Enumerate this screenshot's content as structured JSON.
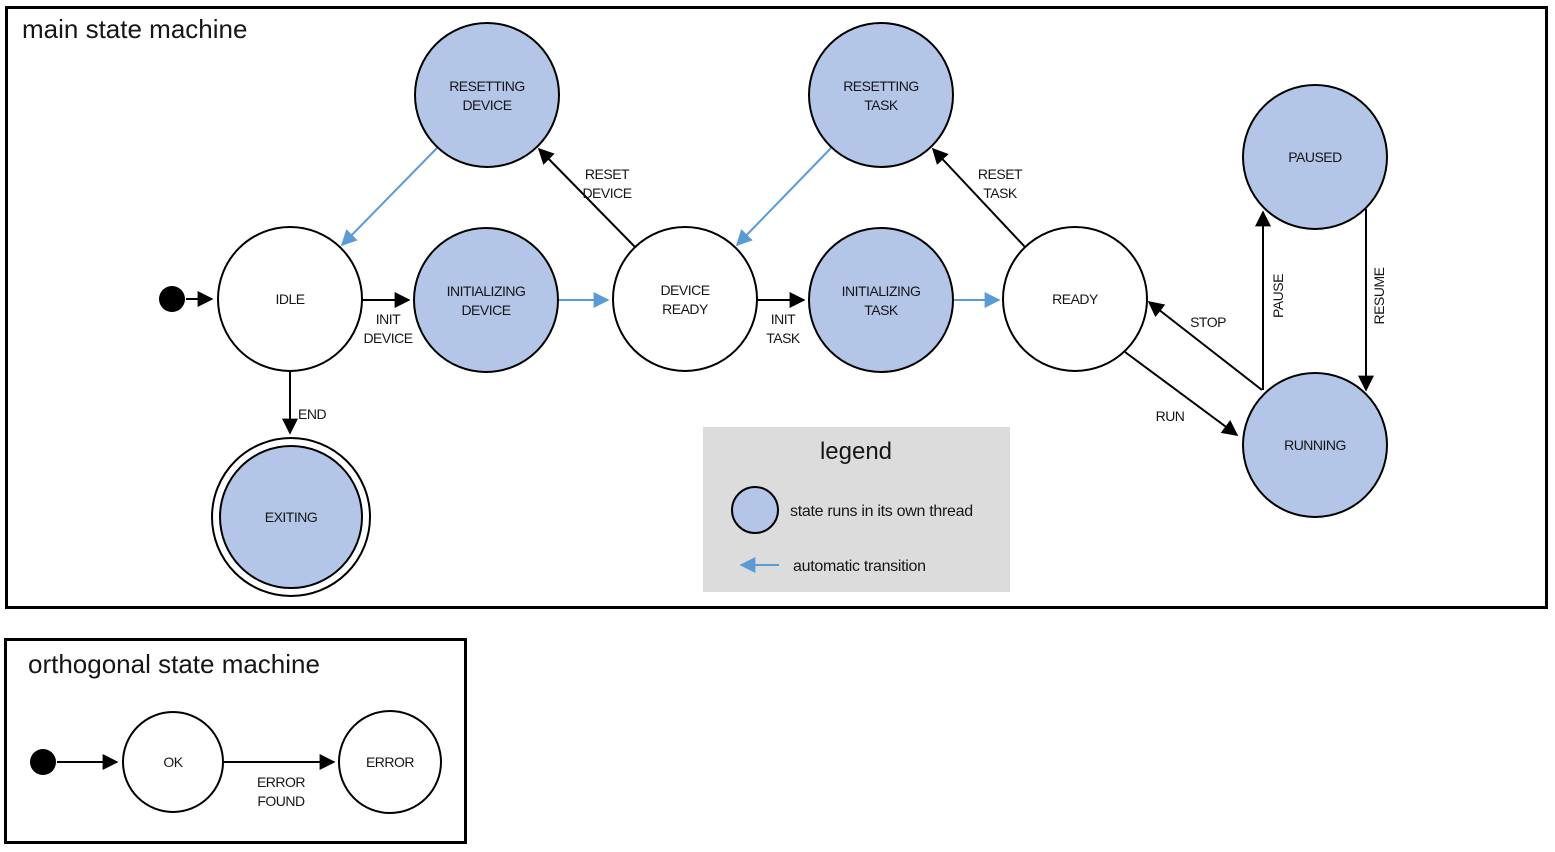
{
  "colors": {
    "outline": "#000000",
    "threaded_state_fill": "#b3c6e7",
    "plain_state_fill": "#ffffff",
    "automatic_transition": "#5b9bd5",
    "legend_background": "#dcdcdc"
  },
  "main_machine": {
    "title": "main state machine",
    "states": [
      {
        "name": "IDLE",
        "lines": [
          "IDLE"
        ],
        "threaded": false
      },
      {
        "name": "INITIALIZING DEVICE",
        "lines": [
          "INITIALIZING",
          "DEVICE"
        ],
        "threaded": true
      },
      {
        "name": "DEVICE READY",
        "lines": [
          "DEVICE",
          "READY"
        ],
        "threaded": false
      },
      {
        "name": "INITIALIZING TASK",
        "lines": [
          "INITIALIZING",
          "TASK"
        ],
        "threaded": true
      },
      {
        "name": "READY",
        "lines": [
          "READY"
        ],
        "threaded": false
      },
      {
        "name": "RESETTING DEVICE",
        "lines": [
          "RESETTING",
          "DEVICE"
        ],
        "threaded": true
      },
      {
        "name": "RESETTING TASK",
        "lines": [
          "RESETTING",
          "TASK"
        ],
        "threaded": true
      },
      {
        "name": "PAUSED",
        "lines": [
          "PAUSED"
        ],
        "threaded": true
      },
      {
        "name": "RUNNING",
        "lines": [
          "RUNNING"
        ],
        "threaded": true
      },
      {
        "name": "EXITING",
        "lines": [
          "EXITING"
        ],
        "threaded": true,
        "final": true
      }
    ],
    "transition_labels": {
      "init_device": [
        "INIT",
        "DEVICE"
      ],
      "init_task": [
        "INIT",
        "TASK"
      ],
      "reset_device": [
        "RESET",
        "DEVICE"
      ],
      "reset_task": [
        "RESET",
        "TASK"
      ],
      "stop": "STOP",
      "run": "RUN",
      "pause": "PAUSE",
      "resume": "RESUME",
      "end": "END"
    }
  },
  "legend": {
    "title": "legend",
    "threaded_state_label": "state runs in its own thread",
    "automatic_transition_label": "automatic transition"
  },
  "orthogonal_machine": {
    "title": "orthogonal state machine",
    "states": [
      {
        "name": "OK",
        "lines": [
          "OK"
        ],
        "threaded": false
      },
      {
        "name": "ERROR",
        "lines": [
          "ERROR"
        ],
        "threaded": false
      }
    ],
    "transition_labels": {
      "error_found": [
        "ERROR",
        "FOUND"
      ]
    }
  }
}
